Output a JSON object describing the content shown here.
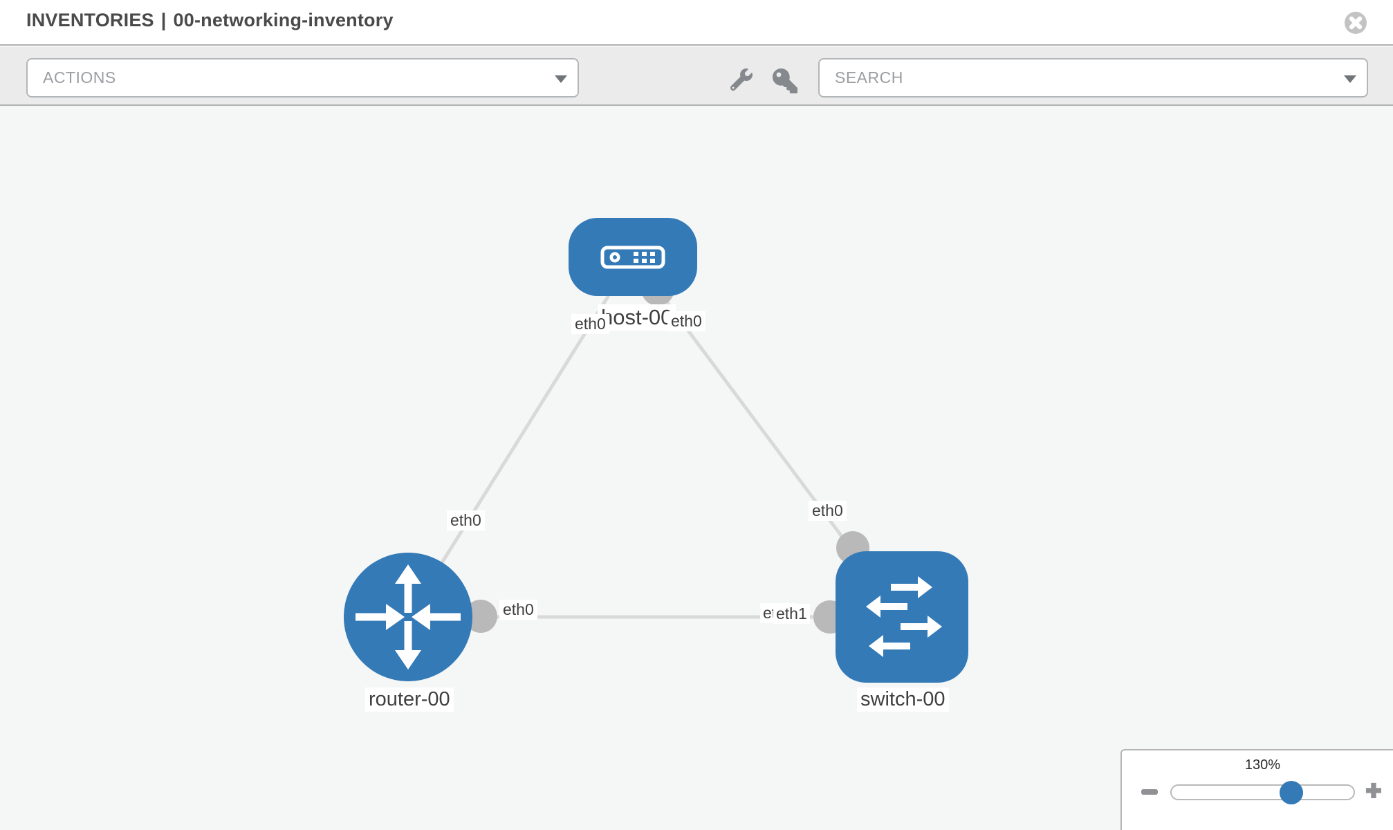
{
  "header": {
    "section": "INVENTORIES",
    "separator": "|",
    "inventory_name": "00-networking-inventory"
  },
  "toolbar": {
    "actions_label": "ACTIONS",
    "search_label": "SEARCH"
  },
  "diagram": {
    "nodes": [
      {
        "label": "host-00",
        "type": "host"
      },
      {
        "label": "router-00",
        "type": "router"
      },
      {
        "label": "switch-00",
        "type": "switch"
      }
    ],
    "links": [
      {
        "from": "host-00",
        "to": "router-00"
      },
      {
        "from": "host-00",
        "to": "switch-00"
      },
      {
        "from": "router-00",
        "to": "switch-00"
      }
    ],
    "interfaces": {
      "host_router_at_host": "eth0",
      "host_router_at_router": "eth0",
      "host_switch_at_host": "eth0",
      "host_switch_at_switch": "eth0",
      "router_switch_at_router": "eth0",
      "router_switch_at_switch_under": "eth0",
      "router_switch_at_switch_over": "eth1",
      "router_switch_at_switch_visible_overlap": "etleth1"
    }
  },
  "zoom_control": {
    "value": "130%",
    "slider_percent": 65
  },
  "colors": {
    "node_blue": "#337ab7",
    "link_gray": "#d9d9d9",
    "dot_gray": "#b9b9b9",
    "toolbar_bg": "#ebebeb",
    "canvas_bg": "#f5f6f6",
    "icon_gray": "#85888c",
    "border_gray": "#b2b2b2"
  }
}
